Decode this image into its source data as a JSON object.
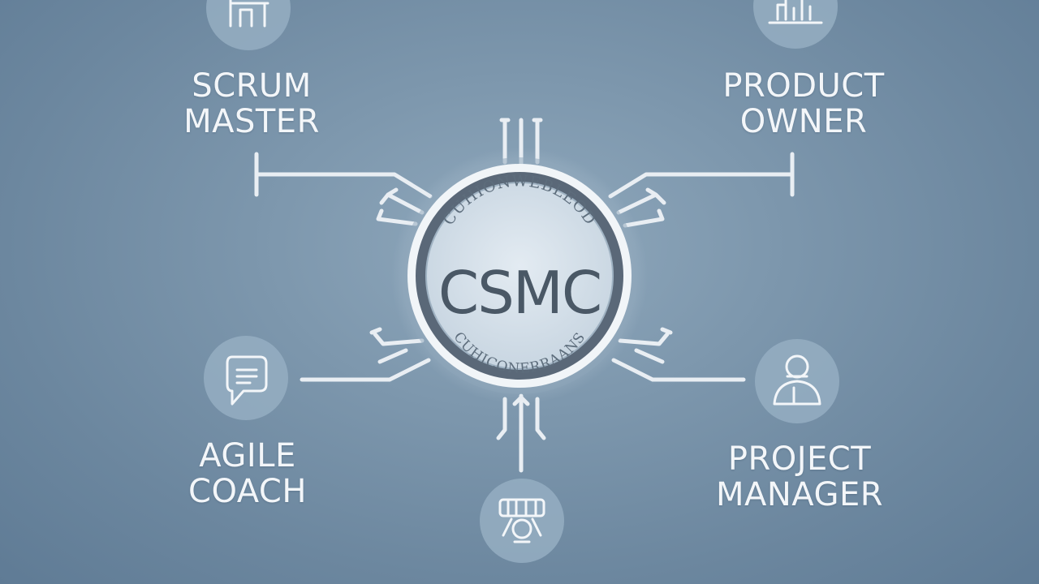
{
  "roles": {
    "scrum_master": [
      "SCRUM",
      "MASTER"
    ],
    "product_owner": [
      "PRODUCT",
      "OWNER"
    ],
    "agile_coach": [
      "AGILE",
      "COACH"
    ],
    "project_manager": [
      "PROJECT",
      "MANAGER"
    ]
  },
  "center_badge": {
    "title": "CSMC",
    "arc_top": "CUHIONWEBLEOD",
    "arc_bottom": "CUHICONERRAANS"
  },
  "icons": {
    "top_left": "desk-icon",
    "top_right": "team-icon",
    "left": "chat-bubble-icon",
    "right": "person-icon",
    "bottom": "team-gear-icon"
  },
  "colors": {
    "background": "#7d97ad",
    "badge_ring": "#5a6878",
    "badge_fill": "#d6e1ea",
    "lines": "#e9eef3"
  }
}
